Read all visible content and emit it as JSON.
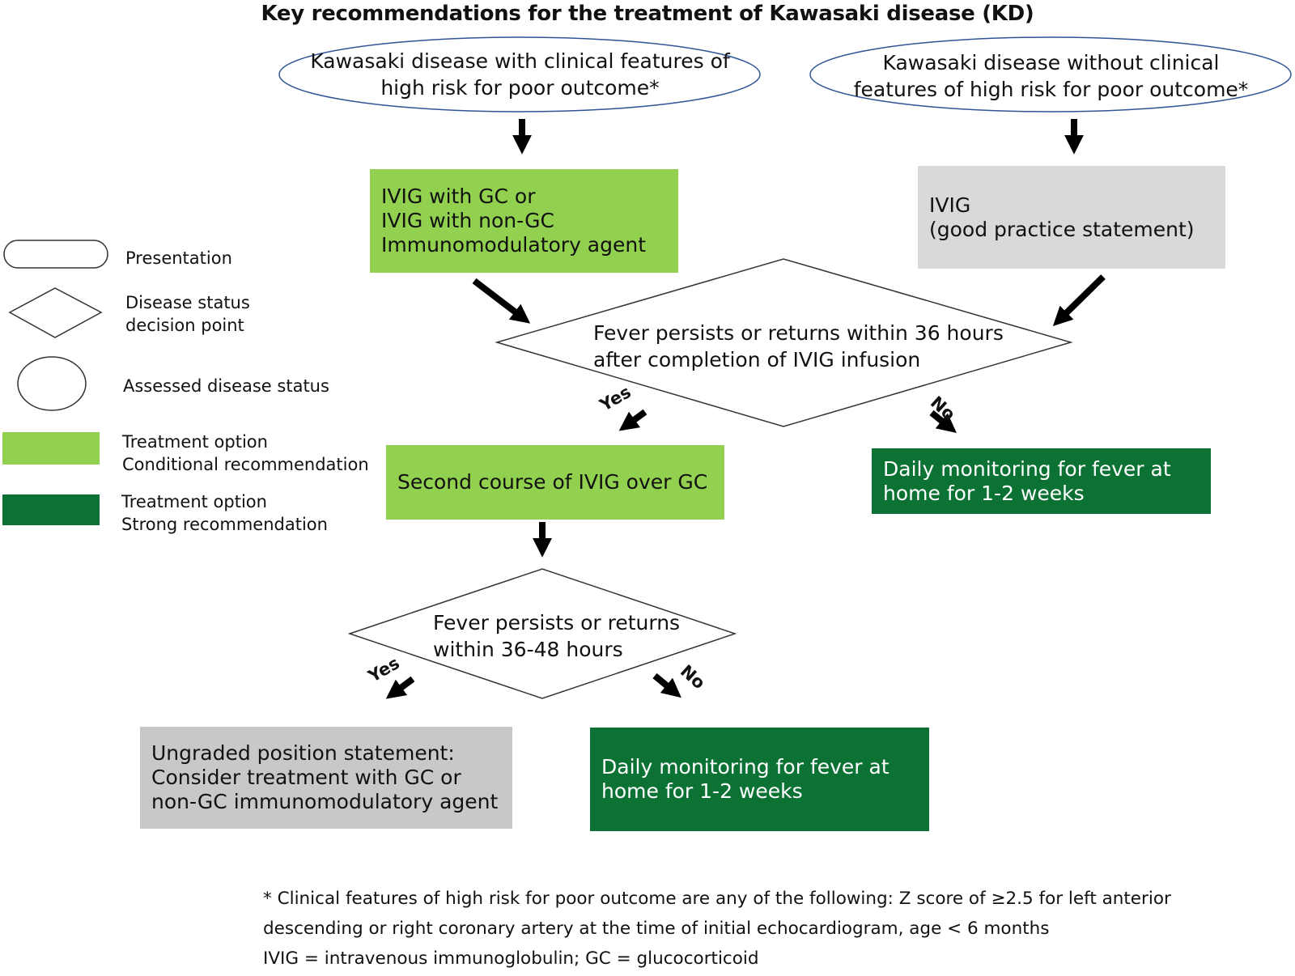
{
  "title": "Key recommendations for the treatment of Kawasaki disease (KD)",
  "presentations": {
    "high_risk": [
      "Kawasaki disease with clinical features of",
      "high risk for poor outcome*"
    ],
    "not_high_risk": [
      "Kawasaki disease without clinical",
      "features of high risk for poor outcome*"
    ]
  },
  "treatments": {
    "high_risk_initial": [
      "IVIG with GC or",
      "IVIG with non-GC",
      "Immunomodulatory agent"
    ],
    "standard_initial": [
      "IVIG",
      "(good practice statement)"
    ],
    "second_course": [
      "Second course of IVIG over GC"
    ],
    "daily_monitoring_1": [
      "Daily monitoring for fever at",
      "home for 1-2 weeks"
    ],
    "ungraded": [
      "Ungraded position statement:",
      "Consider treatment with GC or",
      "non-GC immunomodulatory agent"
    ],
    "daily_monitoring_2": [
      "Daily monitoring for fever at",
      "home for 1-2 weeks"
    ]
  },
  "decisions": {
    "first": [
      "Fever persists or returns within 36 hours",
      "after completion of IVIG infusion"
    ],
    "second": [
      "Fever persists or returns",
      "within 36-48 hours"
    ]
  },
  "branches": {
    "yes": "Yes",
    "no": "No"
  },
  "legend": {
    "presentation": "Presentation",
    "decision": [
      "Disease status",
      "decision point"
    ],
    "assessed": "Assessed disease status",
    "conditional": [
      "Treatment option",
      "Conditional recommendation"
    ],
    "strong": [
      "Treatment option",
      "Strong recommendation"
    ]
  },
  "footnote": [
    "* Clinical features of high risk for poor outcome are any of the following: Z score of ≥2.5 for left anterior",
    "descending or right coronary artery at the time of initial echocardiogram, age < 6 months",
    "IVIG = intravenous immunoglobulin; GC = glucocorticoid"
  ],
  "colors": {
    "conditional": "#92d050",
    "strong": "#0b7234",
    "good_practice": "#d9d9d9",
    "ungraded": "#c8c8c8",
    "outline": "#2f5597"
  }
}
